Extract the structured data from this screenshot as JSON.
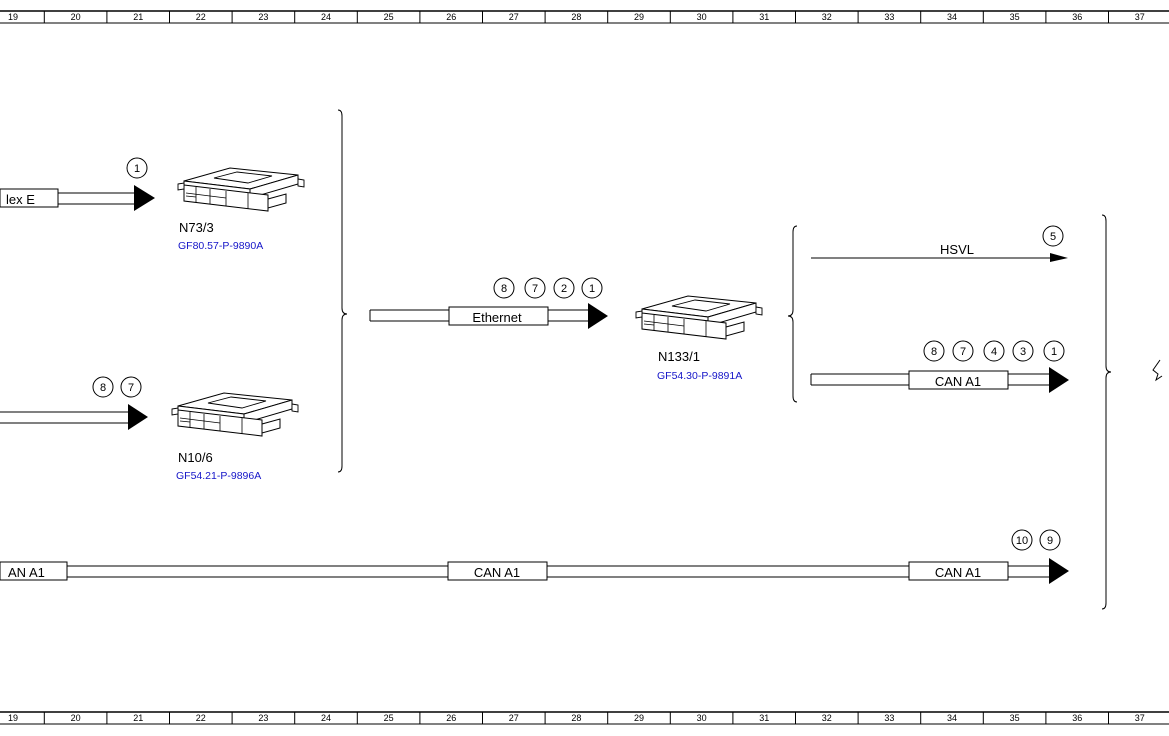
{
  "ruler": {
    "labels": [
      "19",
      "20",
      "21",
      "22",
      "23",
      "24",
      "25",
      "26",
      "27",
      "28",
      "29",
      "30",
      "31",
      "32",
      "33",
      "34",
      "35",
      "36",
      "37"
    ]
  },
  "components": {
    "n73": {
      "part": "N73/3",
      "ref": "GF80.57-P-9890A"
    },
    "n10": {
      "part": "N10/6",
      "ref": "GF54.21-P-9896A"
    },
    "n133": {
      "part": "N133/1",
      "ref": "GF54.30-P-9891A"
    }
  },
  "connections": {
    "flexray": {
      "label": "lex E",
      "circles": [
        "1"
      ]
    },
    "n10_in": {
      "circles": [
        "8",
        "7"
      ]
    },
    "ethernet": {
      "label": "Ethernet",
      "circles": [
        "8",
        "7",
        "2",
        "1"
      ]
    },
    "hsvl": {
      "label": "HSVL",
      "circles": [
        "5"
      ]
    },
    "can_upper": {
      "label": "CAN A1",
      "circles": [
        "8",
        "7",
        "4",
        "3",
        "1"
      ]
    },
    "can_lower": {
      "label_left": "AN A1",
      "label_mid": "CAN A1",
      "label_right": "CAN A1",
      "circles": [
        "10",
        "9"
      ]
    }
  }
}
